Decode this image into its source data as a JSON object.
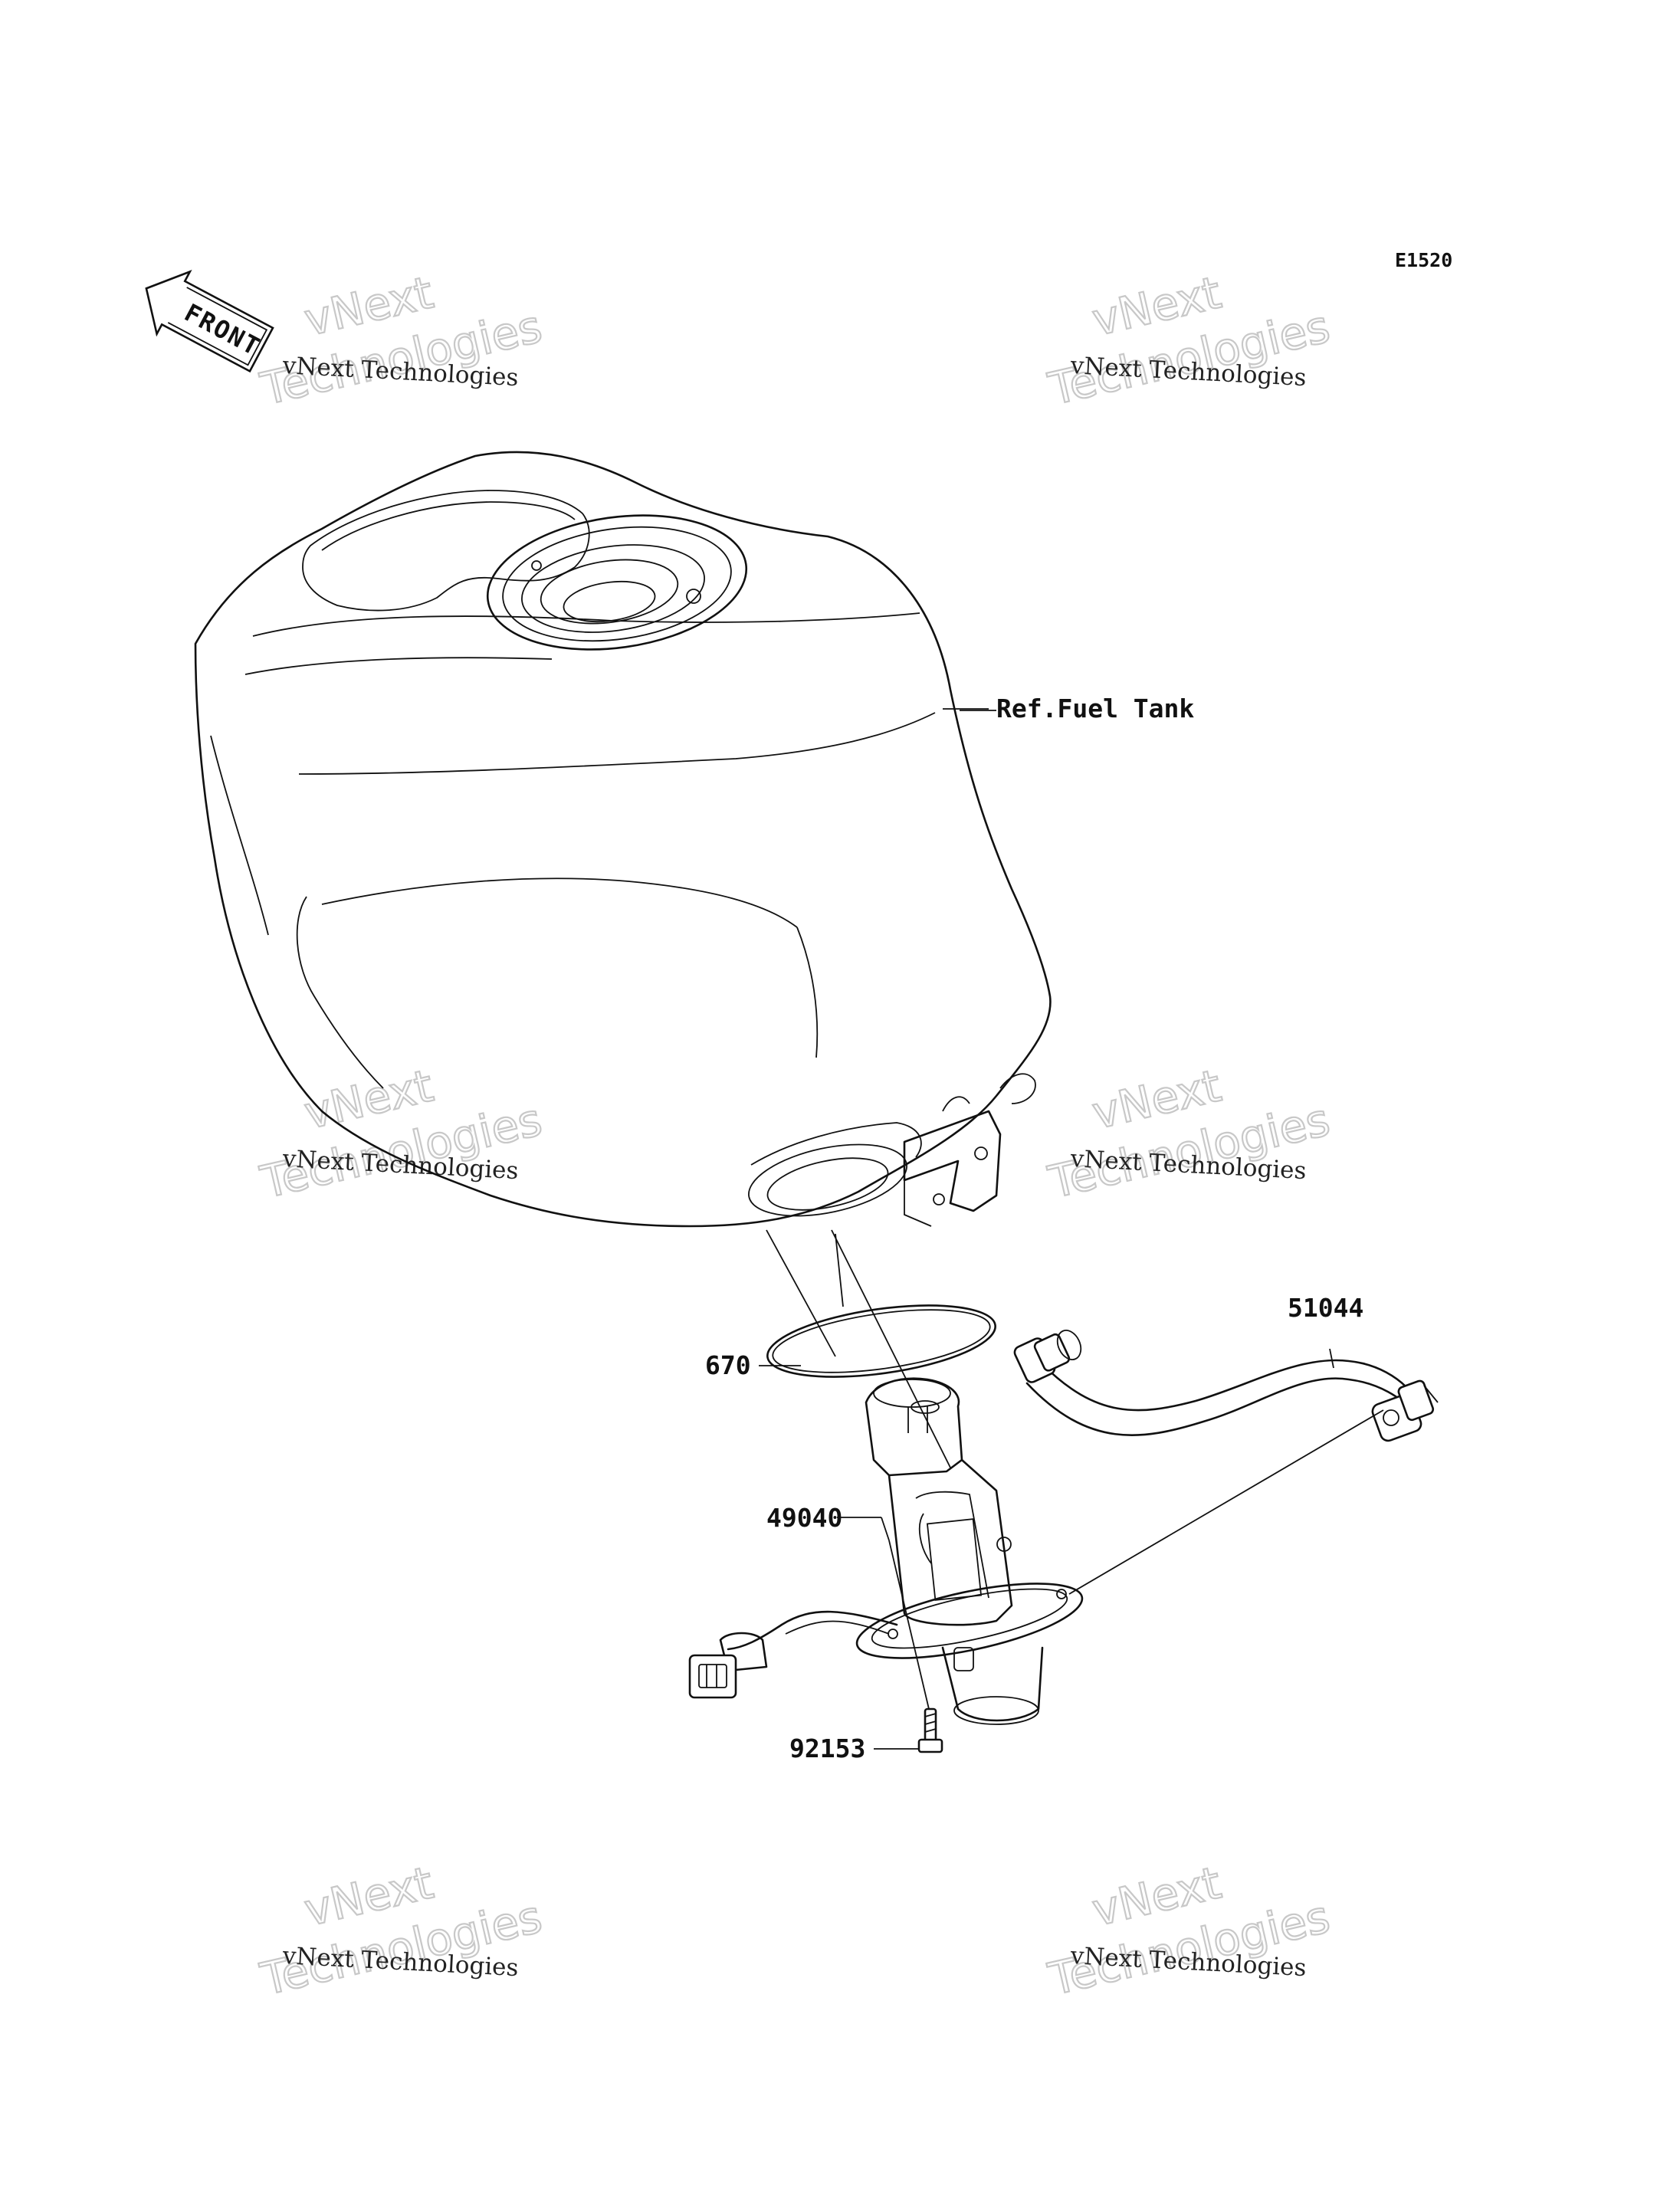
{
  "diagram": {
    "code": "E1520",
    "front_label": "FRONT",
    "callouts": [
      {
        "id": "ref-fuel-tank",
        "text": "Ref.Fuel Tank"
      },
      {
        "id": "part-51044",
        "text": "51044"
      },
      {
        "id": "part-670",
        "text": "670"
      },
      {
        "id": "part-49040",
        "text": "49040"
      },
      {
        "id": "part-92153",
        "text": "92153"
      }
    ],
    "watermark": {
      "small": "vNext Technologies",
      "big_top": "vNext",
      "big_bottom": "Technologies"
    }
  }
}
